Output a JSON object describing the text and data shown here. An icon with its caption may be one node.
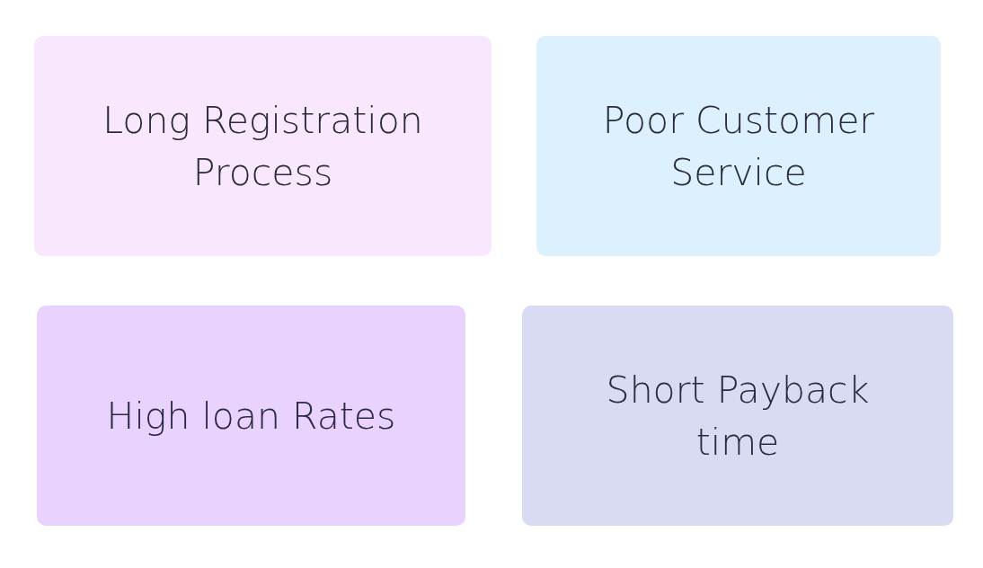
{
  "diagram": {
    "nodes": [
      {
        "text": [
          "Long Registration Process"
        ]
      },
      {
        "text": [
          "Poor Customer Service"
        ]
      },
      {
        "text": [
          "High loan Rates"
        ]
      },
      {
        "text": [
          "Short Payback time"
        ]
      }
    ]
  }
}
